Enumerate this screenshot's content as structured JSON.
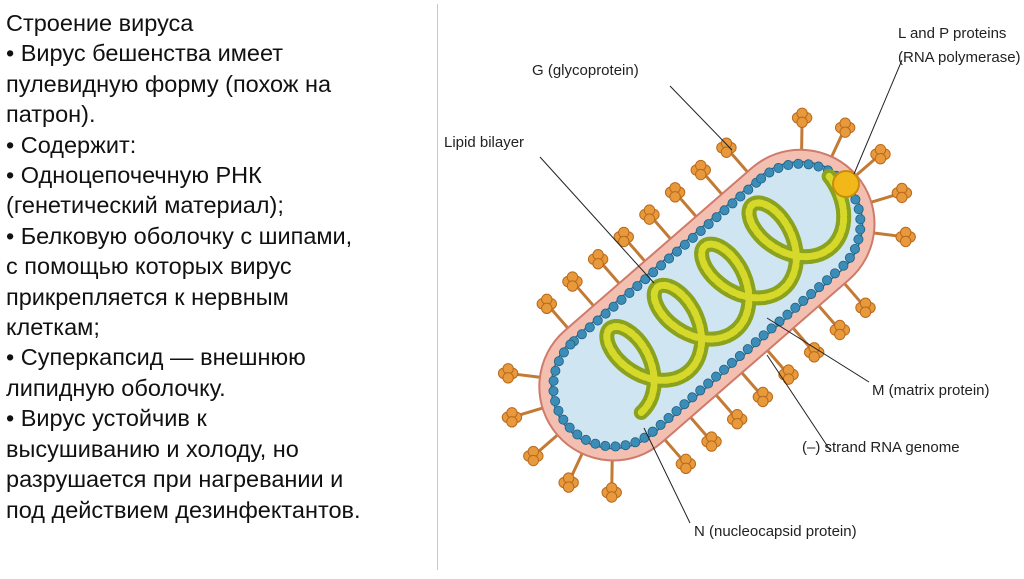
{
  "text": {
    "lines": [
      "Строение вируса",
      "• Вирус бешенства имеет",
      "пулевидную форму (похож на",
      "патрон).",
      "• Содержит:",
      "• Одноцепочечную РНК",
      "(генетический материал);",
      "• Белковую оболочку с шипами,",
      "с помощью которых вирус",
      "прикрепляется к нервным",
      "клеткам;",
      "• Суперкапсид — внешнюю",
      "липидную оболочку.",
      "• Вирус устойчив к",
      "высушиванию и холоду, но",
      "разрушается при нагревании и",
      "под действием дезинфектантов."
    ]
  },
  "diagram": {
    "labels": {
      "glycoprotein": "G (glycoprotein)",
      "lipid": "Lipid bilayer",
      "lp_line1": "L and P proteins",
      "lp_line2": "(RNA polymerase)",
      "matrix": "M (matrix protein)",
      "rna": "(–) strand RNA genome",
      "nucleocapsid": "N (nucleocapsid protein)"
    },
    "colors": {
      "spike": "#e8993b",
      "spike_stroke": "#b86a1c",
      "stem": "#c27a35",
      "lipid": "#f3bfb1",
      "lipid_stroke": "#cf7a6a",
      "matrix_bead": "#3b8db8",
      "interior": "#cfe6f2",
      "rna_outer": "#8aa21d",
      "rna_inner": "#d6d92a",
      "polymerase": "#f2b81a"
    }
  }
}
